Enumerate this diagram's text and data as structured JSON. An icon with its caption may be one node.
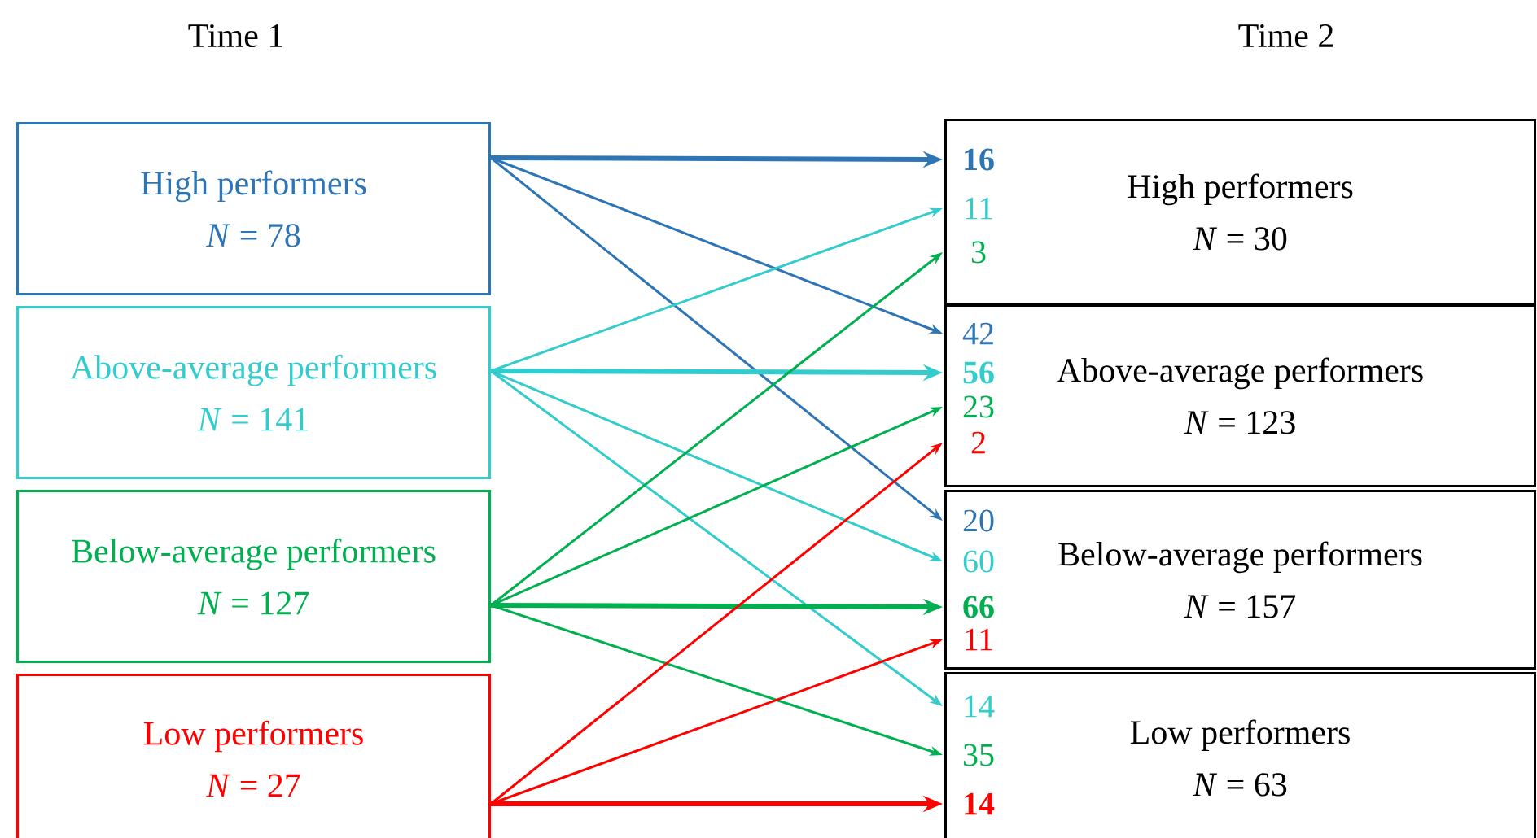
{
  "diagram": {
    "nodes": [
      {
        "text": [
          "High performers",
          "*N* = 78"
        ]
      },
      {
        "text": [
          "Above-average performers",
          "*N* = 141"
        ]
      },
      {
        "text": [
          "Below-average performers",
          "*N* = 127"
        ]
      },
      {
        "text": [
          "Low performers",
          "*N* = 27"
        ]
      },
      {
        "text": [
          "High performers",
          "*N* = 30"
        ]
      },
      {
        "text": [
          "Above-average performers",
          "*N* = 123"
        ]
      },
      {
        "text": [
          "Below-average performers",
          "*N* = 157"
        ]
      },
      {
        "text": [
          "Low performers",
          "*N* = 63"
        ]
      }
    ],
    "edges": [
      {
        "from": 0,
        "to": 4,
        "arrow": "to",
        "label": "16",
        "style": "thick",
        "color": "#2e75b6"
      },
      {
        "from": 0,
        "to": 5,
        "arrow": "to",
        "label": "42",
        "color": "#2e75b6"
      },
      {
        "from": 0,
        "to": 6,
        "arrow": "to",
        "label": "20",
        "color": "#2e75b6"
      },
      {
        "from": 1,
        "to": 4,
        "arrow": "to",
        "label": "11",
        "color": "#33cccc"
      },
      {
        "from": 1,
        "to": 5,
        "arrow": "to",
        "label": "56",
        "style": "thick",
        "color": "#33cccc"
      },
      {
        "from": 1,
        "to": 6,
        "arrow": "to",
        "label": "60",
        "color": "#33cccc"
      },
      {
        "from": 1,
        "to": 7,
        "arrow": "to",
        "label": "14",
        "color": "#33cccc"
      },
      {
        "from": 2,
        "to": 4,
        "arrow": "to",
        "label": "3",
        "color": "#00b050"
      },
      {
        "from": 2,
        "to": 5,
        "arrow": "to",
        "label": "23",
        "color": "#00b050"
      },
      {
        "from": 2,
        "to": 6,
        "arrow": "to",
        "label": "66",
        "style": "thick",
        "color": "#00b050"
      },
      {
        "from": 2,
        "to": 7,
        "arrow": "to",
        "label": "35",
        "color": "#00b050"
      },
      {
        "from": 3,
        "to": 5,
        "arrow": "to",
        "label": "2",
        "color": "#ff0000"
      },
      {
        "from": 3,
        "to": 6,
        "arrow": "to",
        "label": "11",
        "color": "#ff0000"
      },
      {
        "from": 3,
        "to": 7,
        "arrow": "to",
        "label": "14",
        "style": "thick",
        "color": "#ff0000"
      }
    ],
    "labels": [
      "Time 1",
      "Time 2"
    ]
  }
}
